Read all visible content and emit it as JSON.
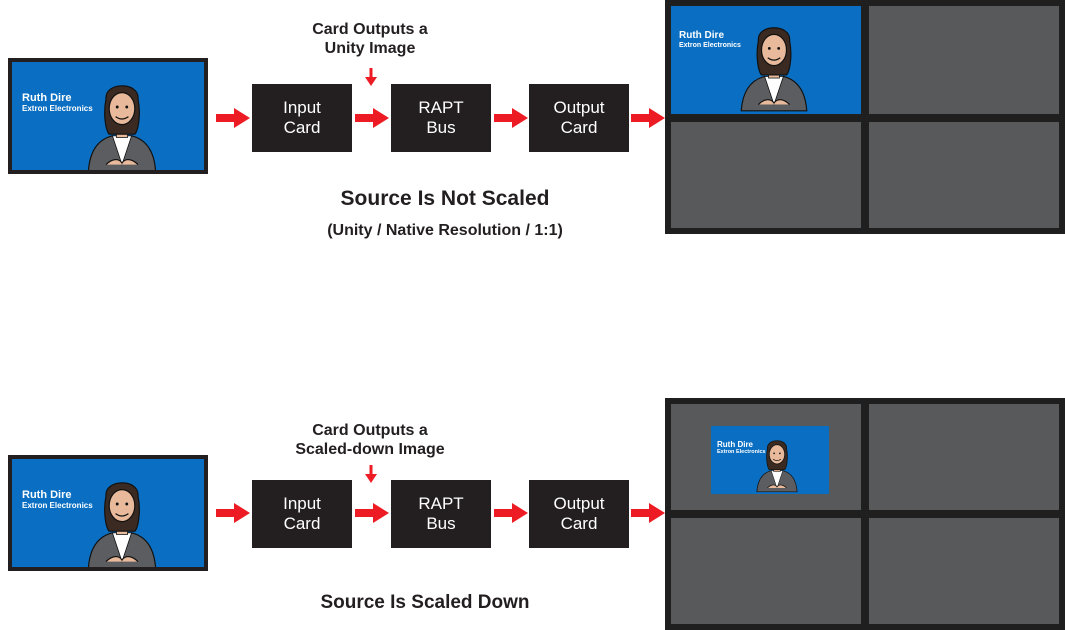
{
  "colors": {
    "arrow": "#ed1c24",
    "box": "#231f20",
    "screen_blue": "#0a6fc2",
    "tile_gray": "#58595b"
  },
  "source": {
    "name": "Ruth Dire",
    "company": "Extron Electronics"
  },
  "rows": [
    {
      "callout": [
        "Card Outputs a",
        "Unity Image"
      ],
      "boxes": [
        [
          "Input",
          "Card"
        ],
        [
          "RAPT",
          "Bus"
        ],
        [
          "Output",
          "Card"
        ]
      ],
      "title": "Source Is Not Scaled",
      "subtitle": "(Unity / Native Resolution / 1:1)"
    },
    {
      "callout": [
        "Card Outputs a",
        "Scaled-down Image"
      ],
      "boxes": [
        [
          "Input",
          "Card"
        ],
        [
          "RAPT",
          "Bus"
        ],
        [
          "Output",
          "Card"
        ]
      ],
      "title": "Source Is Scaled Down",
      "subtitle": ""
    }
  ]
}
